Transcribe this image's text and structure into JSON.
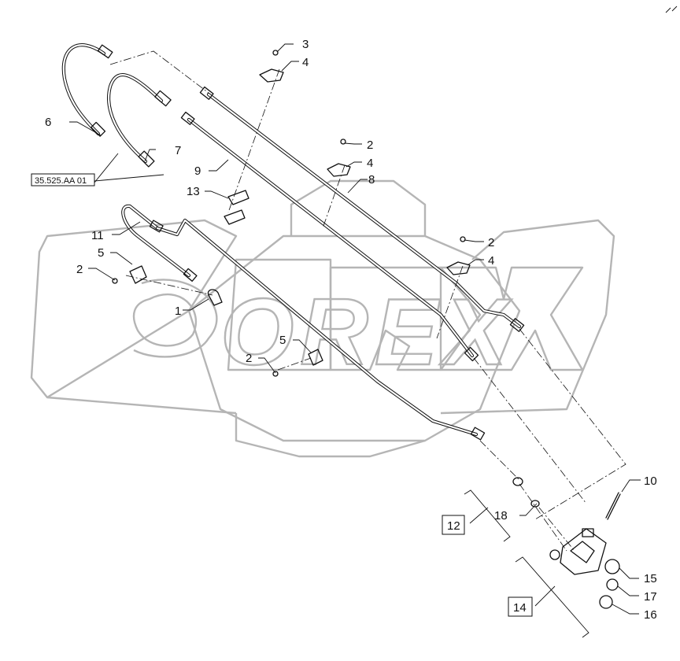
{
  "watermark": {
    "text": "OREX"
  },
  "reference": {
    "label": "35.525.AA 01"
  },
  "callouts": {
    "c1": "1",
    "c2a": "2",
    "c2b": "2",
    "c2c": "2",
    "c2d": "2",
    "c3": "3",
    "c4a": "4",
    "c4b": "4",
    "c4c": "4",
    "c5a": "5",
    "c5b": "5",
    "c6": "6",
    "c7": "7",
    "c8": "8",
    "c9": "9",
    "c10": "10",
    "c11": "11",
    "c13": "13",
    "c15": "15",
    "c16": "16",
    "c17": "17",
    "c18": "18"
  },
  "boxed": {
    "b12": "12",
    "b14": "14"
  },
  "colors": {
    "line": "#111111",
    "watermark": "#b5b5b5"
  }
}
